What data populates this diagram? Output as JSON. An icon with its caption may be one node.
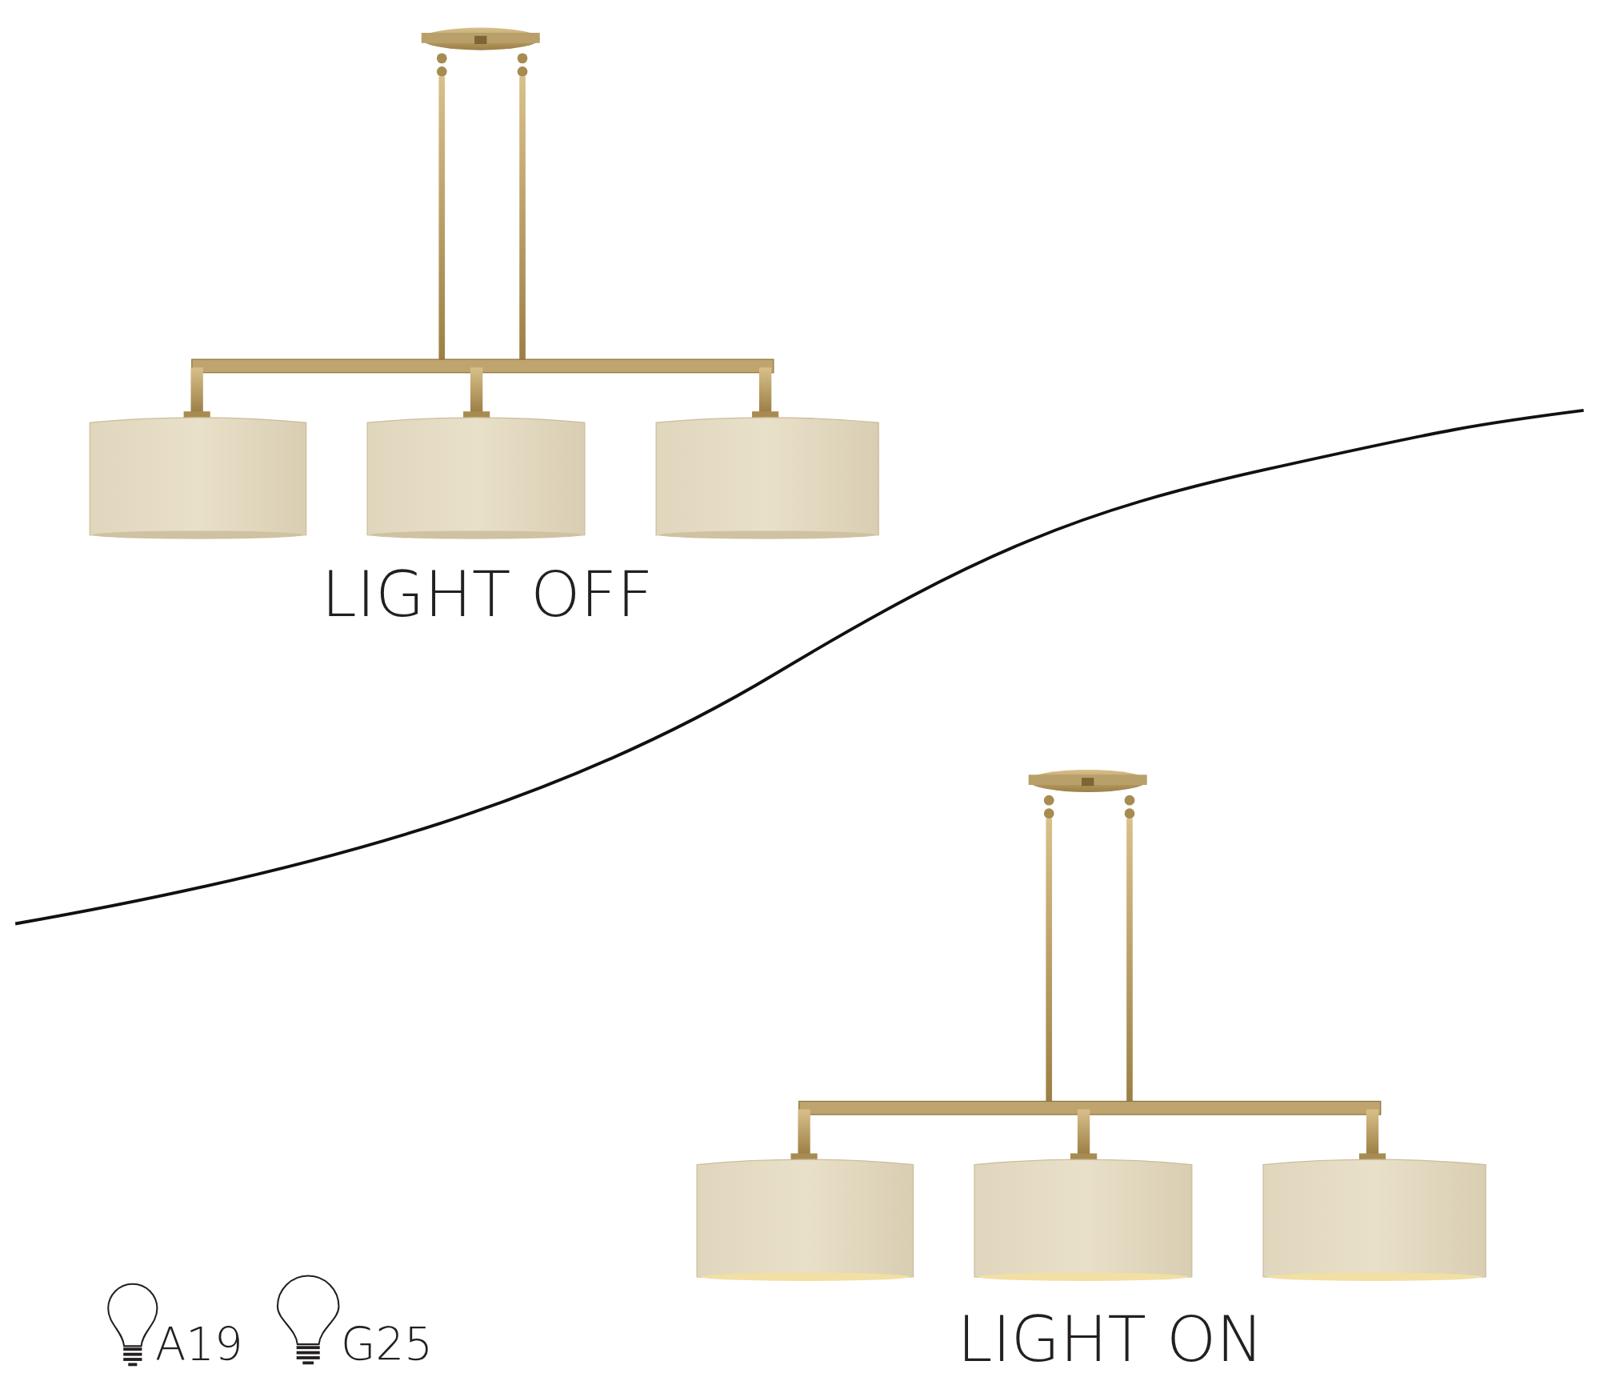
{
  "diagram": {
    "labels": [
      "LIGHT OFF",
      "LIGHT ON",
      "A19",
      "G25"
    ]
  }
}
